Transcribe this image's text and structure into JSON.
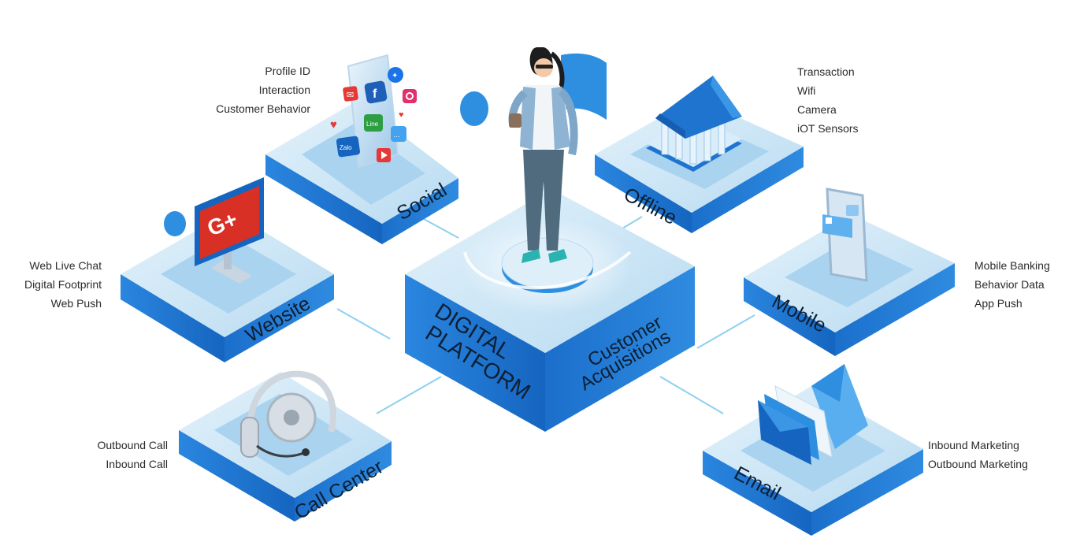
{
  "colors": {
    "tile_top": "#c9e3f4",
    "tile_top_light": "#dceefa",
    "tile_side_left": "#1e74cf",
    "tile_side_right": "#1566c2",
    "inset": "#a8d2ee",
    "accent": "#2e8fe0",
    "line": "#7fc4ea",
    "text": "#2b2b2b",
    "platform_text": "#0d1f33"
  },
  "center": {
    "line1": "DIGITAL",
    "line2": "PLATFORM",
    "side1": "Customer",
    "side2": "Acquisitions"
  },
  "channels": {
    "social": {
      "name": "Social",
      "icon": "phone-apps-icon",
      "items": [
        "Profile ID",
        "Interaction",
        "Customer Behavior"
      ]
    },
    "offline": {
      "name": "Offline",
      "icon": "bank-icon",
      "items": [
        "Transaction",
        "Wifi",
        "Camera",
        "iOT Sensors"
      ]
    },
    "website": {
      "name": "Website",
      "icon": "google-plus-monitor-icon",
      "items": [
        "Web Live Chat",
        "Digital Footprint",
        "Web Push"
      ]
    },
    "mobile": {
      "name": "Mobile",
      "icon": "smartphone-icon",
      "items": [
        "Mobile Banking",
        "Behavior Data",
        "App Push"
      ]
    },
    "callcenter": {
      "name": "Call Center",
      "icon": "headset-icon",
      "items": [
        "Outbound Call",
        "Inbound Call"
      ]
    },
    "email": {
      "name": "Email",
      "icon": "envelope-icon",
      "items": [
        "Inbound Marketing",
        "Outbound Marketing"
      ]
    }
  },
  "app_icons": {
    "facebook": "f",
    "zalo": "Zalo",
    "line": "Line",
    "google_plus": "G+"
  }
}
